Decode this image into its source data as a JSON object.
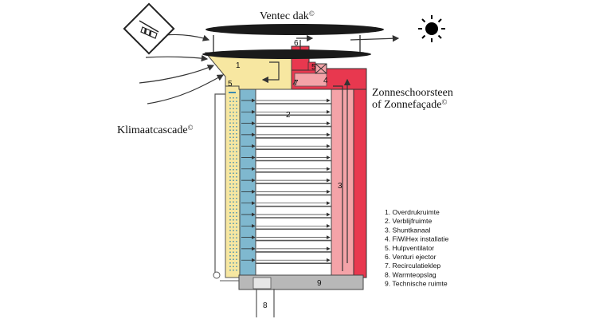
{
  "labels": {
    "roof": "Ventec dak",
    "chimney_line1": "Zonneschoorsteen",
    "chimney_line2": "of Zonnefaçade",
    "cascade": "Klimaatcascade",
    "copyright": "©"
  },
  "zone_numbers": {
    "n1": "1",
    "n2": "2",
    "n3": "3",
    "n4": "4",
    "n5a": "5",
    "n5b": "5",
    "n6": "6",
    "n7": "7",
    "n8": "8",
    "n9": "9"
  },
  "legend": [
    "1.   Overdrukruimte",
    "2.   Verblijfruimte",
    "3.   Shuntkanaal",
    "4.   FiWiHex installatie",
    "5.   Hulpventilator",
    "6.   Venturi ejector",
    "7.   Recirculatieklep",
    "8.  Warmteopslag",
    "9.  Technische ruimte"
  ],
  "icons": [
    "windsock-icon",
    "sun-icon"
  ],
  "colors": {
    "cascade_yellow": "#f7e7a1",
    "shaft_blue": "#7fb8cf",
    "chimney_red": "#e8384f",
    "chimney_pink": "#f4a3a8",
    "roof_dark": "#1a1a1a",
    "base_grey": "#b8b8b8"
  }
}
